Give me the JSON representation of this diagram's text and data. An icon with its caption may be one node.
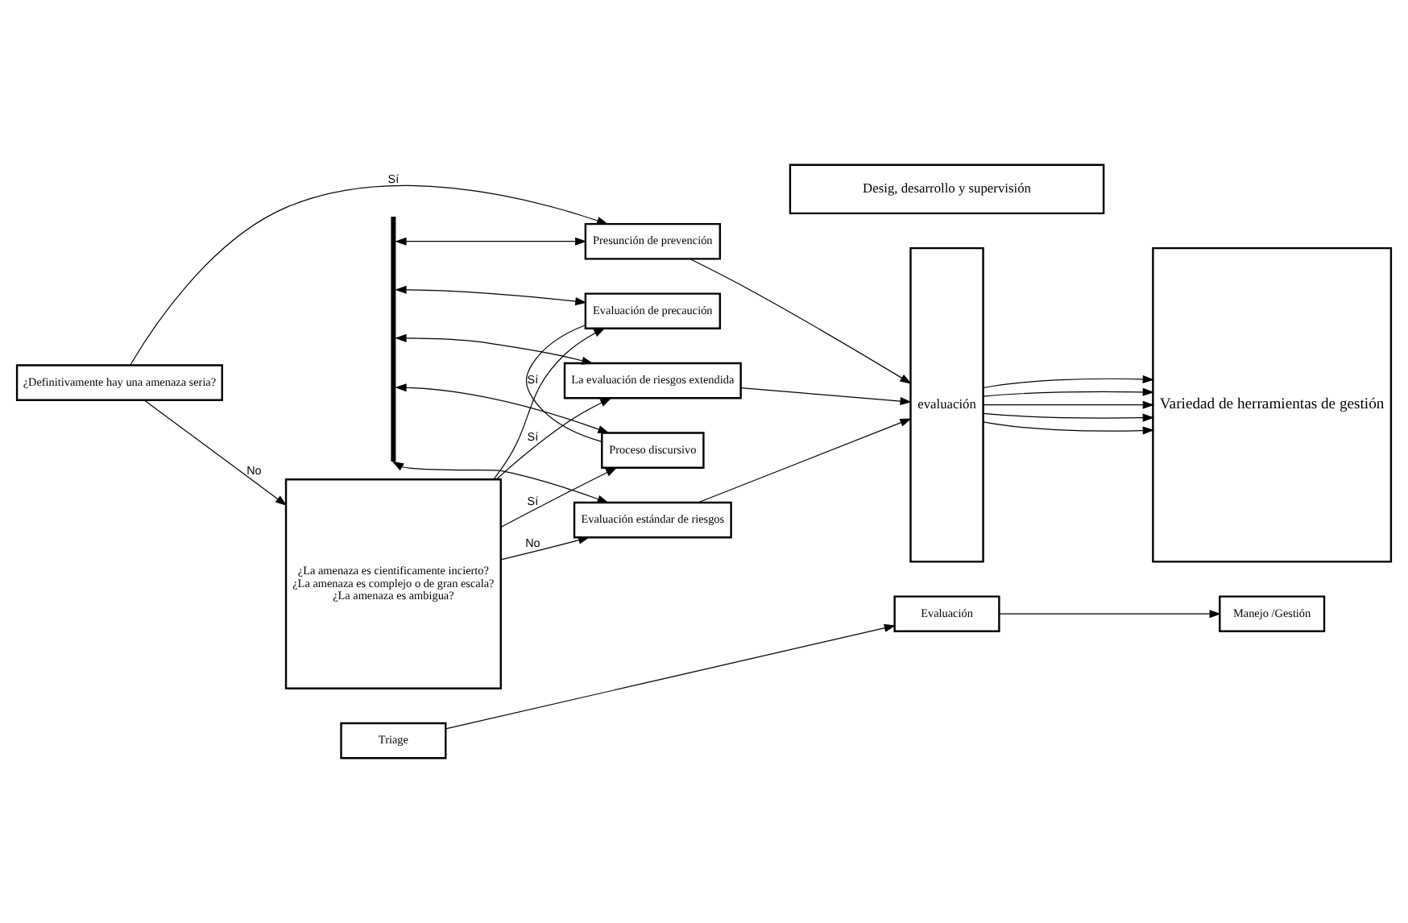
{
  "diagram": {
    "nodes": [
      {
        "text": [
          "Desig, desarrollo y supervisión"
        ]
      },
      {
        "text": [
          "¿Definitivamente hay una amenaza seria?"
        ]
      },
      {
        "text": [
          "¿La amenaza es cientificamente incierto?",
          "¿La amenaza es complejo o de gran escala?",
          "¿La amenaza es ambigua?"
        ]
      },
      {
        "text": [],
        "shape": "bar"
      },
      {
        "text": [
          "Presunción de prevención"
        ]
      },
      {
        "text": [
          "Evaluación de precaución"
        ]
      },
      {
        "text": [
          "La evaluación de riesgos extendida"
        ]
      },
      {
        "text": [
          "Proceso discursivo"
        ]
      },
      {
        "text": [
          "Evaluación estándar de riesgos"
        ]
      },
      {
        "text": [
          "evaluación"
        ]
      },
      {
        "text": [
          "Variedad de herramientas de gestión"
        ]
      },
      {
        "text": [
          "Triage"
        ]
      },
      {
        "text": [
          "Evaluación"
        ]
      },
      {
        "text": [
          "Manejo /Gestión"
        ]
      }
    ],
    "edges": [
      {
        "from": 1,
        "to": 4,
        "arrow": "to",
        "label": "Sí"
      },
      {
        "from": 1,
        "to": 2,
        "arrow": "to",
        "label": "No"
      },
      {
        "from": 2,
        "to": 5,
        "arrow": "to",
        "label": "Sí"
      },
      {
        "from": 2,
        "to": 6,
        "arrow": "to",
        "label": "Sí"
      },
      {
        "from": 2,
        "to": 7,
        "arrow": "to",
        "label": "Sí"
      },
      {
        "from": 2,
        "to": 8,
        "arrow": "to",
        "label": "No"
      },
      {
        "from": 3,
        "to": 4,
        "arrow": "both"
      },
      {
        "from": 3,
        "to": 5,
        "arrow": "both"
      },
      {
        "from": 3,
        "to": 6,
        "arrow": "both"
      },
      {
        "from": 3,
        "to": 7,
        "arrow": "both"
      },
      {
        "from": 3,
        "to": 8,
        "arrow": "both"
      },
      {
        "from": 5,
        "to": 7,
        "arrow": "none"
      },
      {
        "from": 4,
        "to": 9,
        "arrow": "to"
      },
      {
        "from": 6,
        "to": 9,
        "arrow": "to"
      },
      {
        "from": 8,
        "to": 9,
        "arrow": "to"
      },
      {
        "from": 9,
        "to": 10,
        "arrow": "to"
      },
      {
        "from": 9,
        "to": 10,
        "arrow": "to"
      },
      {
        "from": 9,
        "to": 10,
        "arrow": "to"
      },
      {
        "from": 9,
        "to": 10,
        "arrow": "to"
      },
      {
        "from": 9,
        "to": 10,
        "arrow": "to"
      },
      {
        "from": 11,
        "to": 12,
        "arrow": "to"
      },
      {
        "from": 12,
        "to": 13,
        "arrow": "to"
      }
    ]
  }
}
